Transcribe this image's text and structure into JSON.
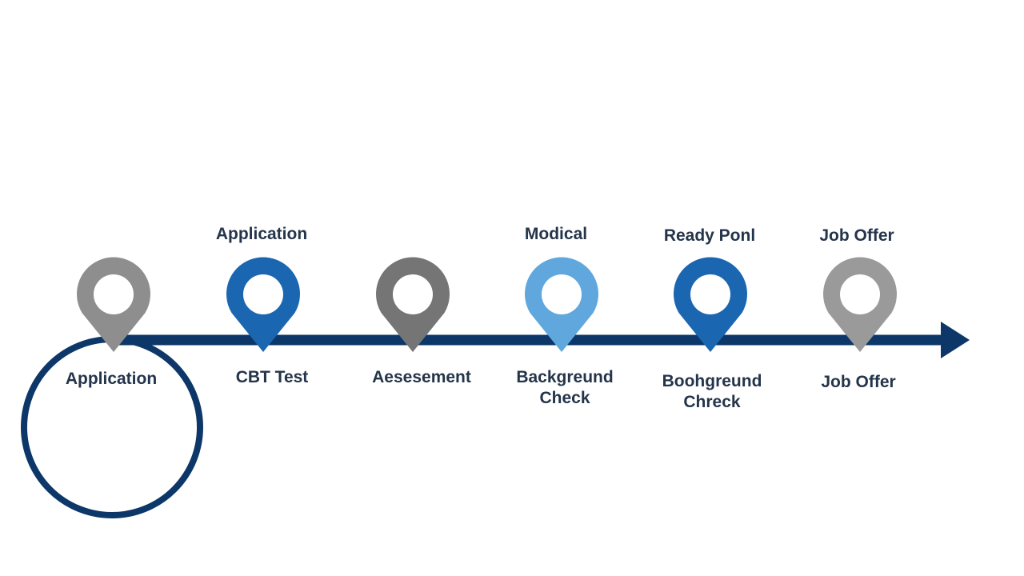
{
  "colors": {
    "line": "#0c3768",
    "circle": "#0c3768",
    "text": "#24344a",
    "gray": "#8e8e8e",
    "dark_gray": "#757575",
    "light_gray": "#9a9a9a",
    "blue": "#1a66b0",
    "light_blue": "#5fa7dd",
    "background": "#ffffff"
  },
  "pins": [
    {
      "color": "gray",
      "top_label": "",
      "bottom_lines": [
        "Application"
      ]
    },
    {
      "color": "blue",
      "top_label": "Application",
      "bottom_lines": [
        "CBT Test"
      ]
    },
    {
      "color": "dark_gray",
      "top_label": "",
      "bottom_lines": [
        "Aesesement"
      ]
    },
    {
      "color": "light_blue",
      "top_label": "Modical",
      "bottom_lines": [
        "Backgreund",
        "Check"
      ]
    },
    {
      "color": "blue",
      "top_label": "Ready Ponl",
      "bottom_lines": [
        "Boohgreund",
        "Chreck"
      ]
    },
    {
      "color": "light_gray",
      "top_label": "Job Offer",
      "bottom_lines": [
        "Job Offer"
      ]
    }
  ]
}
